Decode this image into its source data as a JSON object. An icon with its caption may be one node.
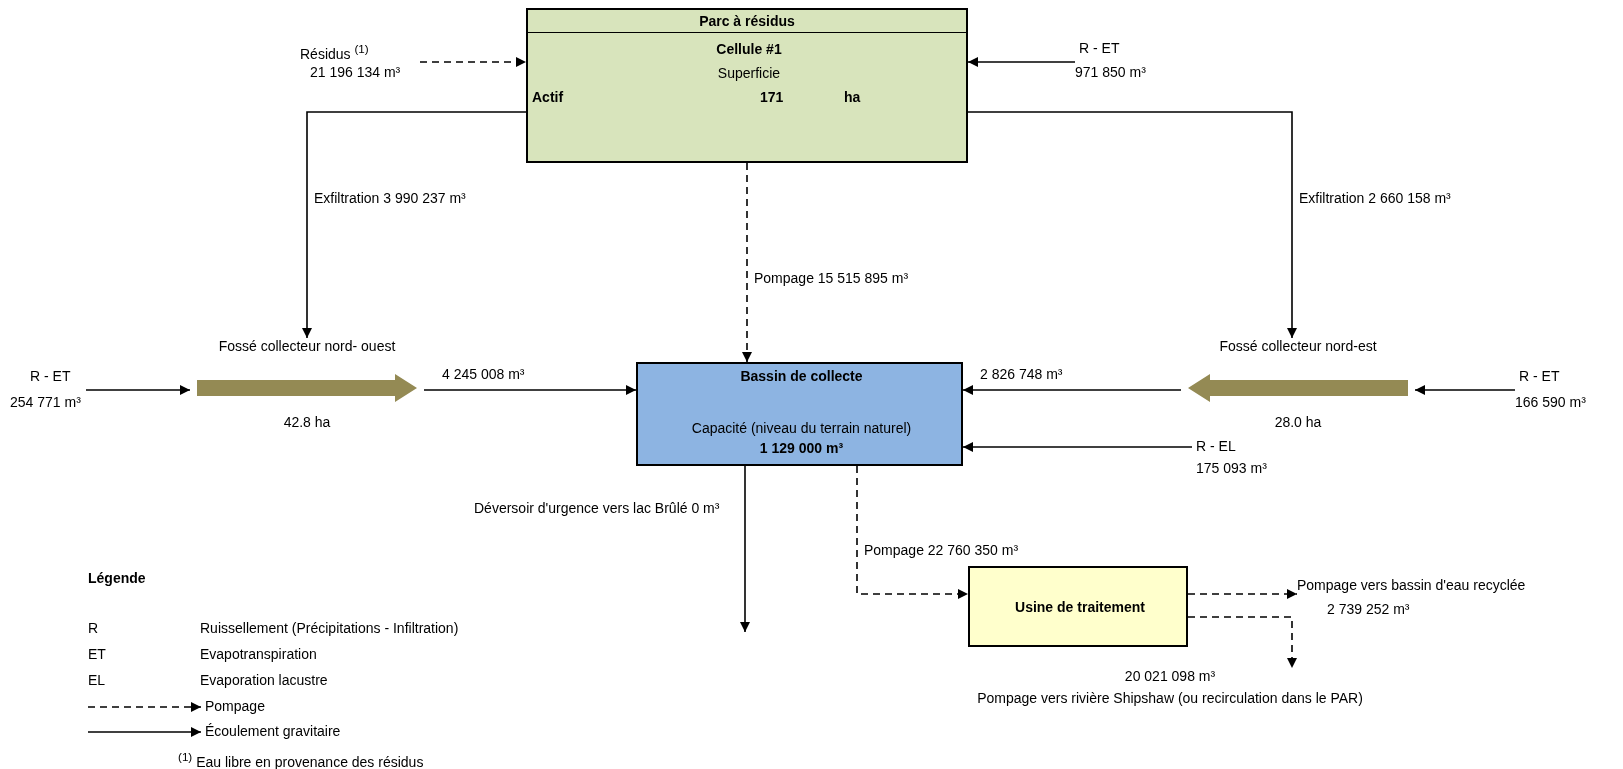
{
  "diagram": {
    "nodes": [
      {
        "text": [
          "Parc à résidus",
          "Cellule #1",
          "Superficie",
          "Actif",
          "171",
          "ha"
        ]
      },
      {
        "text": [
          "Bassin de collecte",
          "Capacité (niveau du terrain naturel)",
          "1 129 000 m³"
        ]
      },
      {
        "text": [
          "Usine de traitement"
        ]
      },
      {
        "text": [
          "Fossé collecteur nord- ouest"
        ],
        "beside": [
          "42.8 ha"
        ]
      },
      {
        "text": [
          "Fossé collecteur nord-est"
        ],
        "beside": [
          "28.0 ha"
        ]
      },
      {
        "text": [
          "Résidus $^{(1)}$",
          "21 196 134 m³"
        ]
      },
      {
        "text": [
          "R - ET",
          "971 850 m³"
        ]
      },
      {
        "text": [
          "R - ET",
          "254 771 m³"
        ]
      },
      {
        "text": [
          "R - ET",
          "166 590 m³"
        ]
      },
      {
        "text": [
          "R - EL",
          "175 093 m³"
        ]
      },
      {
        "text": [
          "Pompage vers bassin d'eau recyclée",
          "2 739 252 m³"
        ]
      },
      {
        "text": [
          "20 021 098 m³",
          "Pompage vers rivière Shipshaw (ou recirculation dans le PAR)"
        ]
      }
    ],
    "edges": [
      {
        "from": 5,
        "to": 0,
        "arrow": "to",
        "style": "dashed"
      },
      {
        "from": 6,
        "to": 0,
        "arrow": "to"
      },
      {
        "from": 0,
        "to": 3,
        "arrow": "to",
        "label": "Exfiltration 3 990 237 m³"
      },
      {
        "from": 0,
        "to": 4,
        "arrow": "to",
        "label": "Exfiltration 2 660 158 m³"
      },
      {
        "from": 0,
        "to": 1,
        "arrow": "to",
        "style": "dashed",
        "label": "Pompage 15 515 895 m³"
      },
      {
        "from": 7,
        "to": 3,
        "arrow": "to"
      },
      {
        "from": 3,
        "to": 1,
        "arrow": "to",
        "label": "4 245 008 m³"
      },
      {
        "from": 8,
        "to": 4,
        "arrow": "to"
      },
      {
        "from": 4,
        "to": 1,
        "arrow": "to",
        "label": "2 826 748 m³"
      },
      {
        "from": 9,
        "to": 1,
        "arrow": "to"
      },
      {
        "from": 1,
        "to": null,
        "arrow": "to",
        "label": "Déversoir d'urgence vers lac Brûlé 0 m³"
      },
      {
        "from": 1,
        "to": 2,
        "arrow": "to",
        "style": "dashed",
        "label": "Pompage 22 760 350 m³"
      },
      {
        "from": 2,
        "to": 10,
        "arrow": "to",
        "style": "dashed"
      },
      {
        "from": 2,
        "to": 11,
        "arrow": "to",
        "style": "dashed"
      }
    ],
    "labels": [
      "Légende",
      "R",
      "Ruissellement (Précipitations - Infiltration)",
      "ET",
      "Evapotranspiration",
      "EL",
      "Evaporation lacustre",
      "$^{(1)}$ Eau libre en provenance des résidus"
    ],
    "legend": [
      {
        "text": "Pompage"
      },
      {
        "text": "Écoulement gravitaire"
      }
    ]
  }
}
